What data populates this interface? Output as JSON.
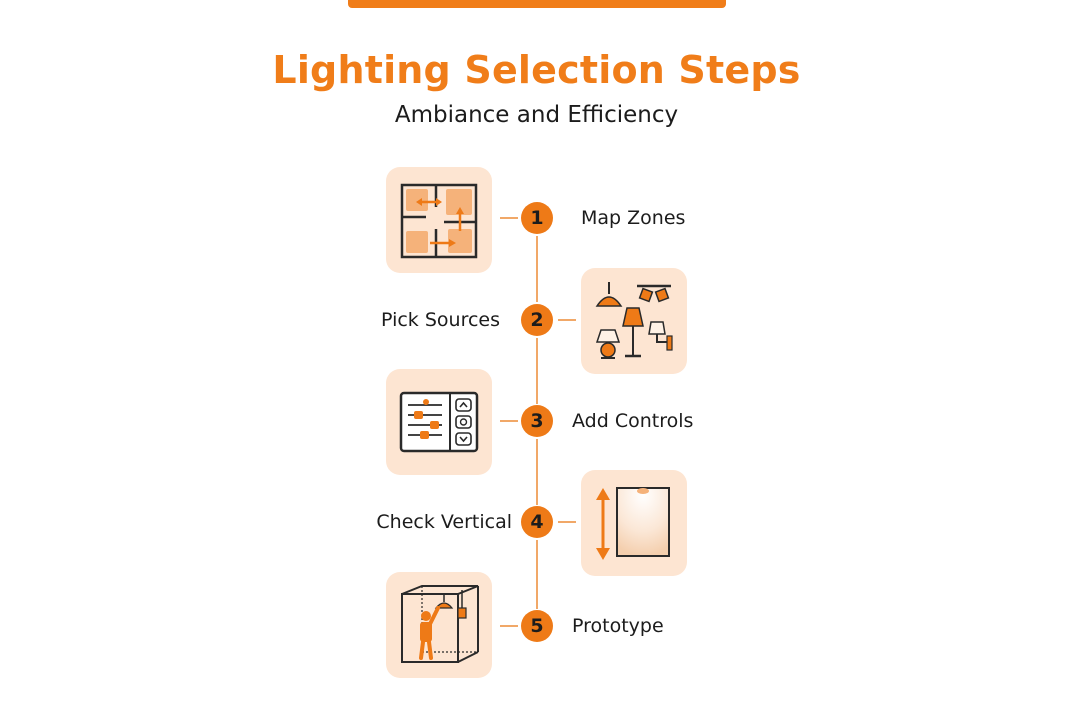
{
  "title": "Lighting Selection Steps",
  "subtitle": "Ambiance and Efficiency",
  "colors": {
    "accent": "#f07d19",
    "tile_bg": "#fde5d2",
    "connector": "#f1a868",
    "text": "#1c1c1c"
  },
  "steps": [
    {
      "number": "1",
      "label": "Map Zones",
      "icon": "floor-plan-icon"
    },
    {
      "number": "2",
      "label": "Pick Sources",
      "icon": "light-fixtures-icon"
    },
    {
      "number": "3",
      "label": "Add Controls",
      "icon": "control-panel-icon"
    },
    {
      "number": "4",
      "label": "Check Vertical",
      "icon": "vertical-light-icon"
    },
    {
      "number": "5",
      "label": "Prototype",
      "icon": "room-prototype-icon"
    }
  ]
}
